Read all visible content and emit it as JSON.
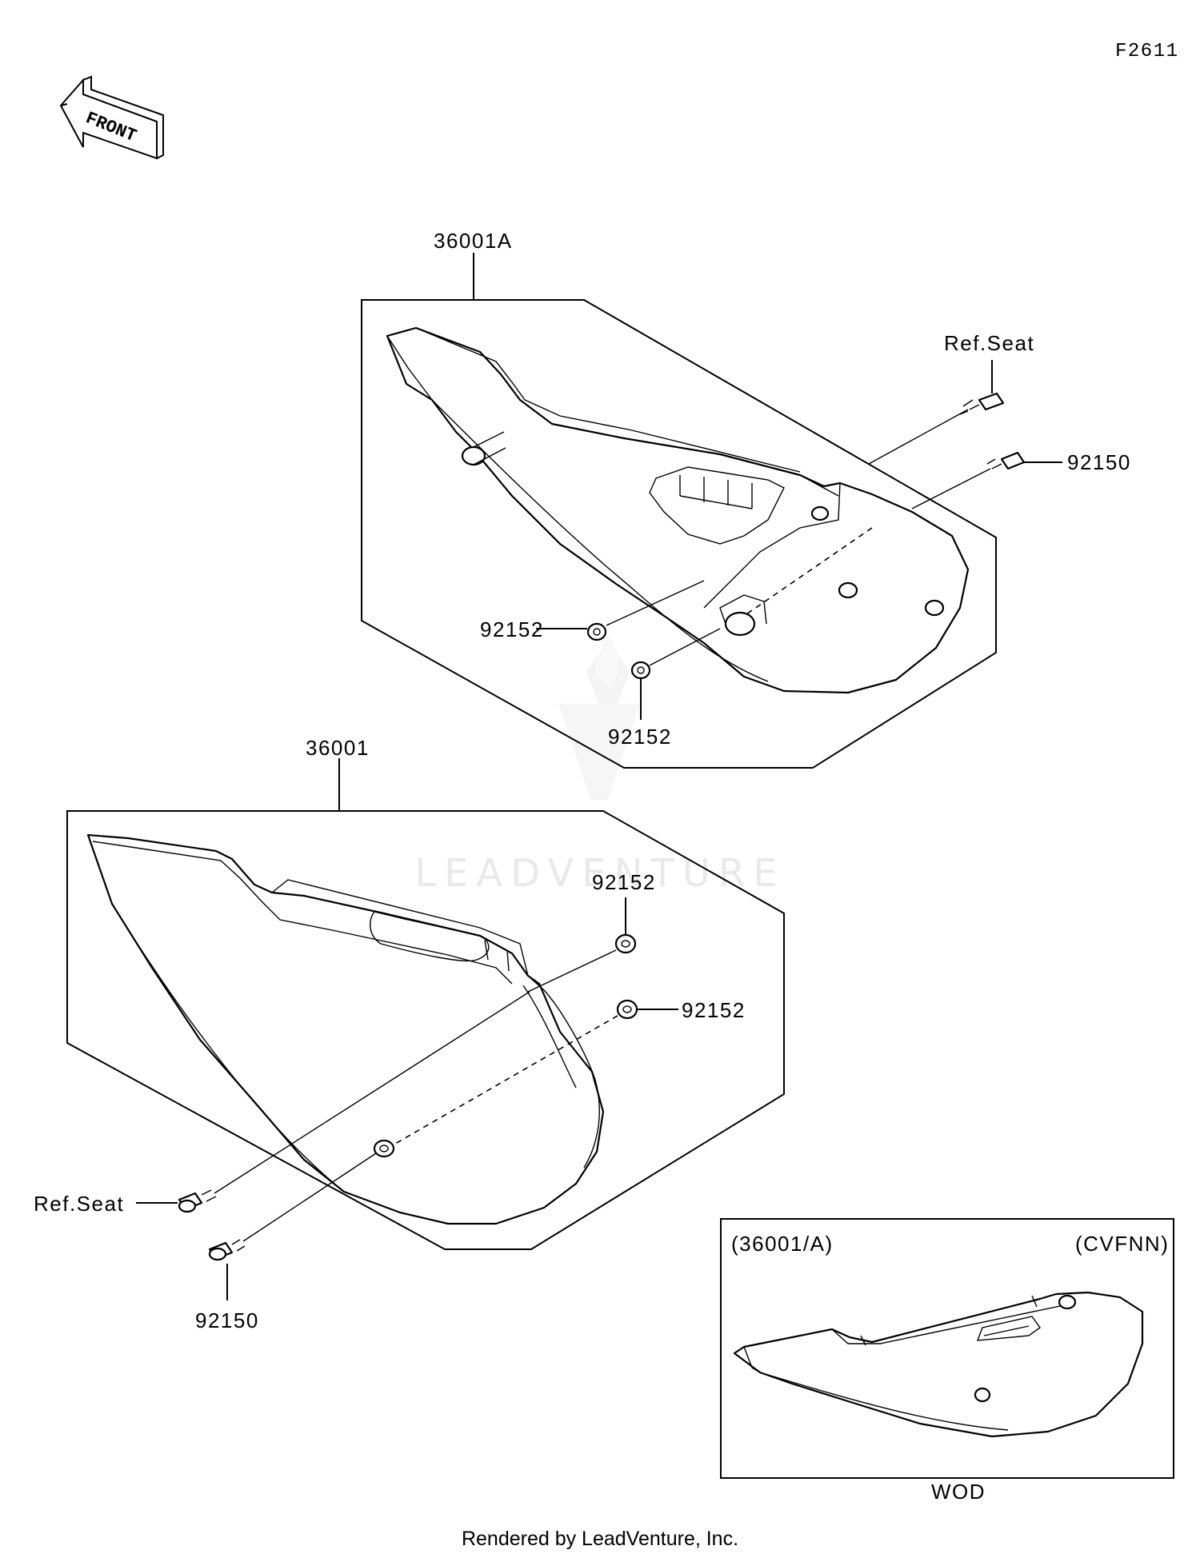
{
  "diagram_code": "F2611",
  "front_arrow_label": "FRONT",
  "watermark": "LEADVENTURE",
  "footer": "Rendered by LeadVenture, Inc.",
  "callouts": {
    "upper_assembly": "36001A",
    "lower_assembly": "36001",
    "ref_seat_upper": "Ref.Seat",
    "bolt_upper": "92150",
    "collar_upper_left": "92152",
    "collar_upper_bottom": "92152",
    "collar_lower_top": "92152",
    "collar_lower_right": "92152",
    "ref_seat_lower": "Ref.Seat",
    "bolt_lower": "92150"
  },
  "inset": {
    "part_ref": "(36001/A)",
    "color_code": "(CVFNN)",
    "caption": "WOD"
  }
}
